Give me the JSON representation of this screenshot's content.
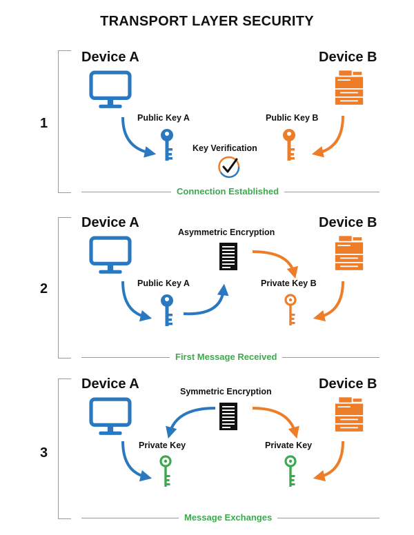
{
  "title": "TRANSPORT LAYER SECURITY",
  "colors": {
    "device_a": "#2a79c0",
    "device_b": "#ee7d2a",
    "session_key": "#3aaa4c",
    "status_text": "#3aaa4c",
    "bracket": "#9a9a9a"
  },
  "icons": {
    "device_a": "monitor-icon",
    "device_b": "printer-icon",
    "key": "key-icon",
    "check": "checkmark-circle-icon",
    "document": "document-icon"
  },
  "stages": [
    {
      "number": "1",
      "device_a": "Device A",
      "device_b": "Device B",
      "key_a_label": "Public Key A",
      "key_b_label": "Public Key B",
      "center_label": "Key Verification",
      "status": "Connection Established"
    },
    {
      "number": "2",
      "device_a": "Device A",
      "device_b": "Device B",
      "key_a_label": "Public Key A",
      "key_b_label": "Private Key B",
      "center_label": "Asymmetric Encryption",
      "status": "First Message Received"
    },
    {
      "number": "3",
      "device_a": "Device A",
      "device_b": "Device B",
      "key_a_label": "Private Key",
      "key_b_label": "Private Key",
      "center_label": "Symmetric Encryption",
      "status": "Message Exchanges"
    }
  ]
}
